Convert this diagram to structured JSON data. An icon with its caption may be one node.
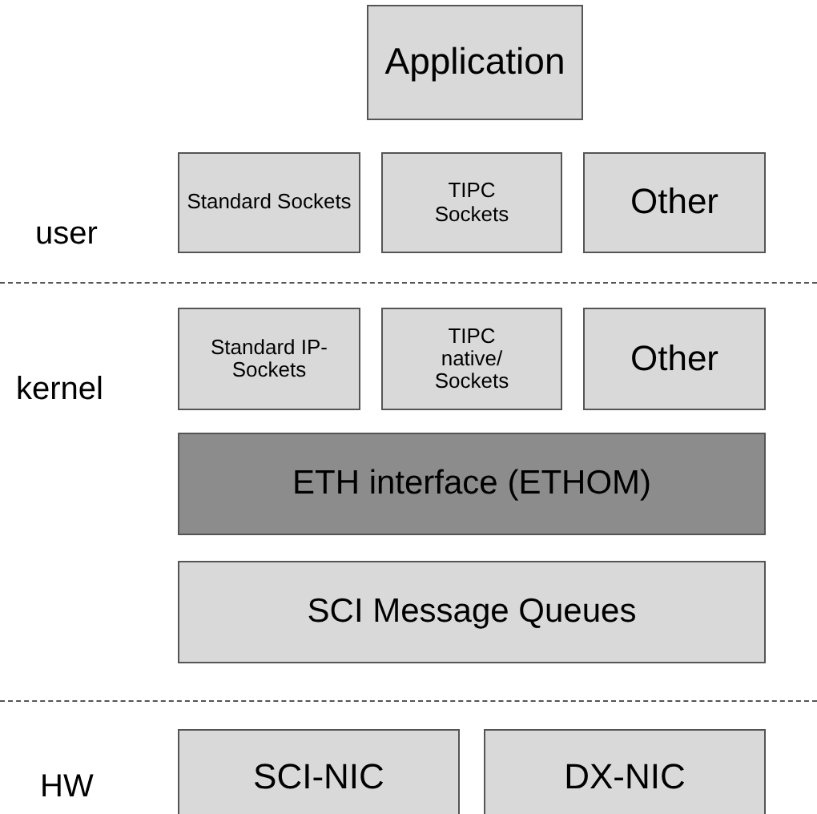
{
  "diagram": {
    "nodes": [
      {
        "text": [
          "Application"
        ]
      },
      {
        "text": [
          "Standard Sockets"
        ]
      },
      {
        "text": [
          "TIPC Sockets"
        ]
      },
      {
        "text": [
          "Other"
        ]
      },
      {
        "text": [
          "Standard IP-Sockets"
        ]
      },
      {
        "text": [
          "TIPC native/ Sockets"
        ]
      },
      {
        "text": [
          "Other"
        ]
      },
      {
        "text": [
          "ETH interface (ETHOM)"
        ]
      },
      {
        "text": [
          "SCI Message Queues"
        ]
      },
      {
        "text": [
          "SCI-NIC"
        ]
      },
      {
        "text": [
          "DX-NIC"
        ]
      }
    ],
    "edges": [],
    "labels": [
      "user",
      "kernel",
      "HW"
    ]
  }
}
